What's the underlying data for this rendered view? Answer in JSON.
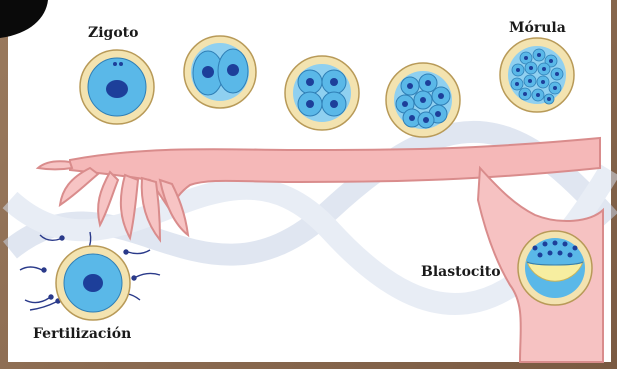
{
  "labels": {
    "zigoto": "Zigoto",
    "morula": "Mórula",
    "blastocito": "Blastocito",
    "fertilizacion": "Fertilización"
  },
  "colors": {
    "cell_fill": "#5ab8e8",
    "cell_ring": "#f3e3b0",
    "nucleus": "#1d3f9a",
    "tube": "#f5b8b8",
    "tube_edge": "#d98c8c",
    "dna": "#c7d3e6"
  }
}
